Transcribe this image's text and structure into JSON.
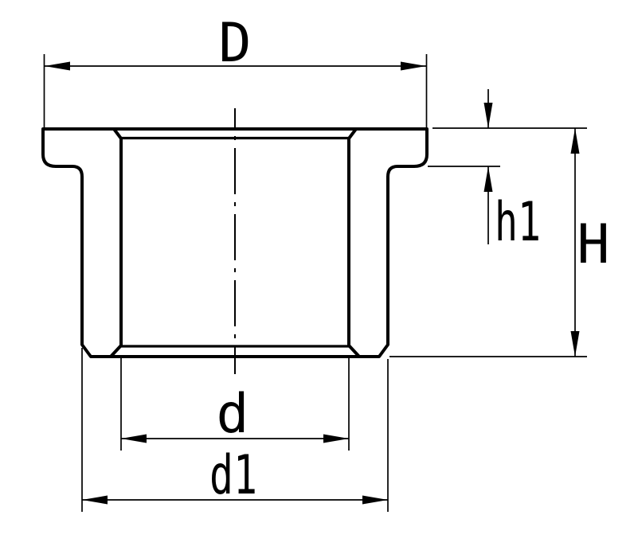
{
  "drawing": {
    "type": "technical-section-view-flanged-bushing",
    "colors": {
      "line": "#000000",
      "background": "#ffffff"
    },
    "labels": {
      "flange_outer_diameter": "D",
      "bore_diameter": "d",
      "body_outer_diameter": "d1",
      "total_height": "H",
      "flange_height": "h1"
    }
  }
}
